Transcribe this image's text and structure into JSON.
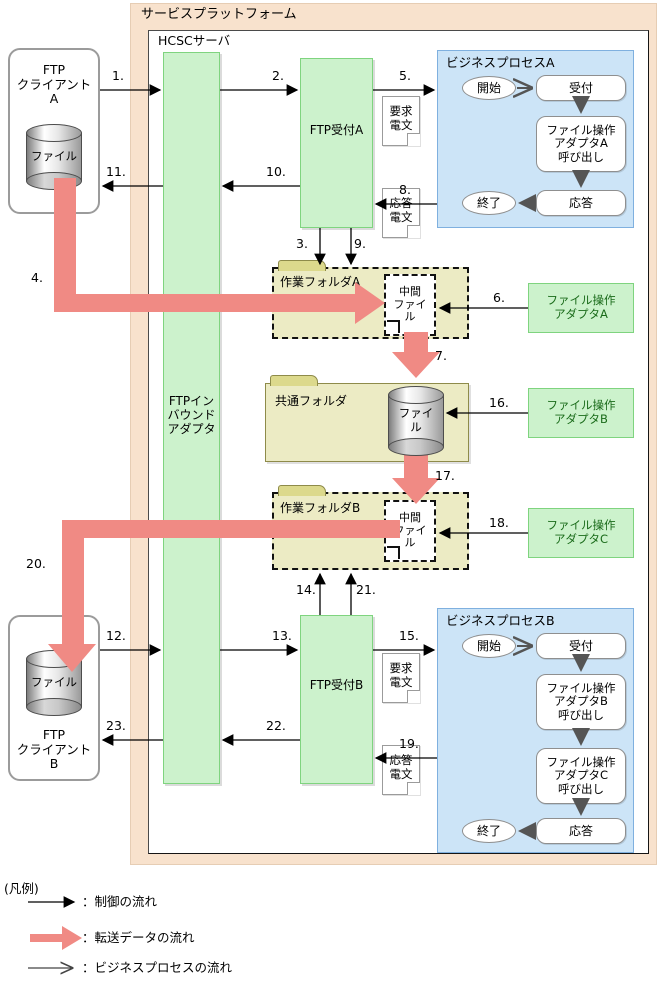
{
  "platform": {
    "title": "サービスプラットフォーム",
    "server_title": "HCSCサーバ"
  },
  "clients": {
    "a": {
      "label": "FTP\nクライアント\nA",
      "file_label": "ファイル"
    },
    "b": {
      "label": "FTP\nクライアント\nB",
      "file_label": "ファイル"
    }
  },
  "adapters": {
    "inbound": "FTPイン\nバウンド\nアダプタ",
    "file_op_a": "ファイル操作\nアダプタA",
    "file_op_b": "ファイル操作\nアダプタB",
    "file_op_c": "ファイル操作\nアダプタC"
  },
  "receivers": {
    "a": "FTP受付A",
    "b": "FTP受付B"
  },
  "folders": {
    "work_a": "作業フォルダA",
    "work_b": "作業フォルダB",
    "common": "共通フォルダ",
    "intermediate_a": "中間\nファイ\nル",
    "intermediate_b": "中間\nファイ\nル",
    "common_file": "ファイ\nル"
  },
  "documents": {
    "request_a": "要求\n電文",
    "response_a": "応答\n電文",
    "request_b": "要求\n電文",
    "response_b": "応答\n電文"
  },
  "business_process_a": {
    "title": "ビジネスプロセスA",
    "nodes": [
      {
        "id": "start",
        "label": "開始",
        "shape": "oval"
      },
      {
        "id": "accept",
        "label": "受付",
        "shape": "rounded"
      },
      {
        "id": "call-adapter-a",
        "label": "ファイル操作\nアダプタA\n呼び出し",
        "shape": "rounded"
      },
      {
        "id": "respond",
        "label": "応答",
        "shape": "rounded"
      },
      {
        "id": "end",
        "label": "終了",
        "shape": "oval"
      }
    ]
  },
  "business_process_b": {
    "title": "ビジネスプロセスB",
    "nodes": [
      {
        "id": "start",
        "label": "開始",
        "shape": "oval"
      },
      {
        "id": "accept",
        "label": "受付",
        "shape": "rounded"
      },
      {
        "id": "call-adapter-b",
        "label": "ファイル操作\nアダプタB\n呼び出し",
        "shape": "rounded"
      },
      {
        "id": "call-adapter-c",
        "label": "ファイル操作\nアダプタC\n呼び出し",
        "shape": "rounded"
      },
      {
        "id": "respond",
        "label": "応答",
        "shape": "rounded"
      },
      {
        "id": "end",
        "label": "終了",
        "shape": "oval"
      }
    ]
  },
  "step_numbers": {
    "n1": "1.",
    "n2": "2.",
    "n3": "3.",
    "n4": "4.",
    "n5": "5.",
    "n6": "6.",
    "n7": "7.",
    "n8": "8.",
    "n9": "9.",
    "n10": "10.",
    "n11": "11.",
    "n12": "12.",
    "n13": "13.",
    "n14": "14.",
    "n15": "15.",
    "n16": "16.",
    "n17": "17.",
    "n18": "18.",
    "n19": "19.",
    "n20": "20.",
    "n21": "21.",
    "n22": "22.",
    "n23": "23."
  },
  "legend": {
    "title": "(凡例)",
    "items": [
      {
        "id": "control-flow",
        "label": "：制御の流れ"
      },
      {
        "id": "transfer-data-flow",
        "label": "：転送データの流れ"
      },
      {
        "id": "business-process-flow",
        "label": "：ビジネスプロセスの流れ"
      }
    ]
  },
  "colors": {
    "platform": "#f8e2cd",
    "green": "#ccf2cc",
    "folder": "#ecebc4",
    "business_process": "#cce4f7",
    "transfer_arrow": "#f08a84"
  }
}
